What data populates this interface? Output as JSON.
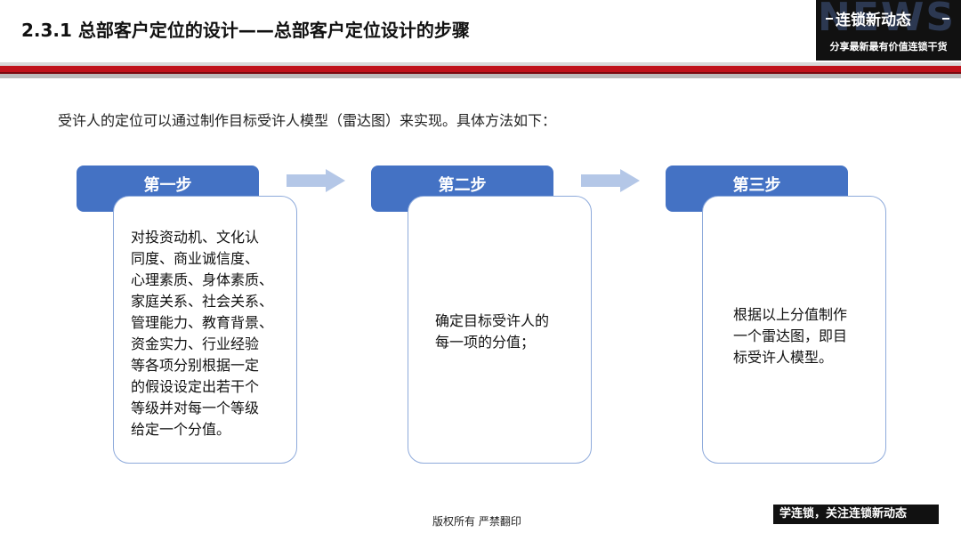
{
  "slide_title": "2.3.1 总部客户定位的设计——总部客户定位设计的步骤",
  "logo": {
    "background_word": "NEWS",
    "name": "连锁新动态",
    "slogan": "分享最新最有价值连锁干货"
  },
  "intro": "受许人的定位可以通过制作目标受许人模型（雷达图）来实现。具体方法如下：",
  "steps": [
    {
      "label": "第一步",
      "lines": [
        "对投资动机、文化认",
        "同度、商业诚信度、",
        "心理素质、身体素质、",
        "家庭关系、社会关系、",
        "管理能力、教育背景、",
        "资金实力、行业经验",
        "等各项分别根据一定",
        "的假设设定出若干个",
        "等级并对每一个等级",
        "给定一个分值。"
      ]
    },
    {
      "label": "第二步",
      "lines": [
        "确定目标受许人的",
        "每一项的分值；"
      ]
    },
    {
      "label": "第三步",
      "lines": [
        "根据以上分值制作",
        "一个雷达图，即目",
        "标受许人模型。"
      ]
    }
  ],
  "footer": {
    "copyright": "版权所有  严禁翻印",
    "tagline": "学连锁，关注连锁新动态"
  },
  "colors": {
    "step_tab": "#4472c4",
    "card_border": "#8eaadb",
    "arrow": "#b4c7e7",
    "red_bar": "#c0121b"
  }
}
